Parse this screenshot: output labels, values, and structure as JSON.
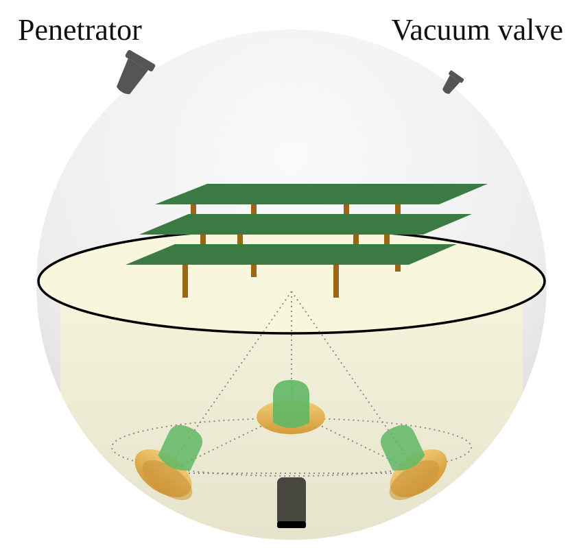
{
  "labels": {
    "penetrator": "Penetrator",
    "vacuum_valve": "Vacuum valve"
  },
  "icons": {
    "penetrator": "penetrator-connector-icon",
    "vacuum_valve": "vacuum-valve-icon"
  },
  "colors": {
    "sphere_light": "#f7f7f7",
    "sphere_dark": "#d4d4d6",
    "liquid_fill": "#f3f2d6",
    "equator_fill": "#f8f6dc",
    "board_green": "#3c7a44",
    "standoff": "#9a6614",
    "pmt_green": "#5ab862",
    "pmt_base": "#e9c064",
    "fitting_gray": "#555555",
    "sensor_dark": "#47473f",
    "outline": "#000000"
  },
  "structure": {
    "pcb_layers": 3,
    "pmt_count": 3,
    "bottom_sensor_count": 1
  }
}
